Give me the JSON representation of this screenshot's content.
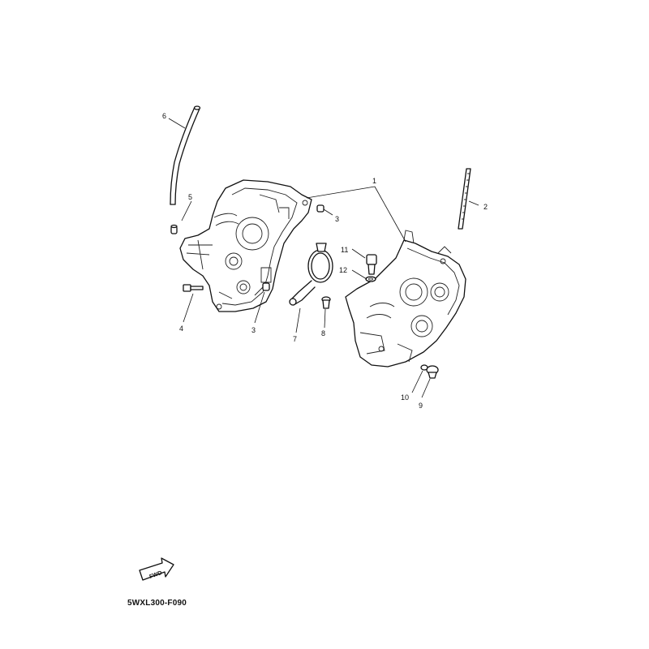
{
  "callouts": {
    "c1": "1",
    "c2": "2",
    "c3a": "3",
    "c3b": "3",
    "c4": "4",
    "c5": "5",
    "c6": "6",
    "c7": "7",
    "c8": "8",
    "c9": "9",
    "c10": "10",
    "c11": "11",
    "c12": "12"
  },
  "fwd_label": "FWD",
  "drawing_code": "5WXL300-F090"
}
